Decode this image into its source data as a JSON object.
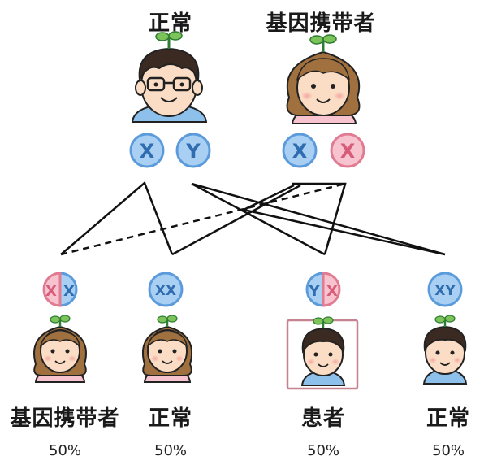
{
  "parents": {
    "father": {
      "label": "正常",
      "chromosomes": [
        "X",
        "Y"
      ]
    },
    "mother": {
      "label": "基因携带者",
      "chromosomes": [
        "X",
        "X"
      ]
    }
  },
  "children": [
    {
      "label": "基因携带者",
      "genotype": [
        "X",
        "X"
      ],
      "percent": "50%"
    },
    {
      "label": "正常",
      "genotype": [
        "XX"
      ],
      "percent": "50%"
    },
    {
      "label": "患者",
      "genotype": [
        "Y",
        "X"
      ],
      "percent": "50%"
    },
    {
      "label": "正常",
      "genotype": [
        "XY"
      ],
      "percent": "50%"
    }
  ],
  "colors": {
    "blue": "#5b9bdc",
    "blue_fill": "#a9d0f2",
    "pink": "#e07b92",
    "pink_fill": "#f6c3cf",
    "line": "#111111",
    "highlight_border": "#c4838f"
  }
}
